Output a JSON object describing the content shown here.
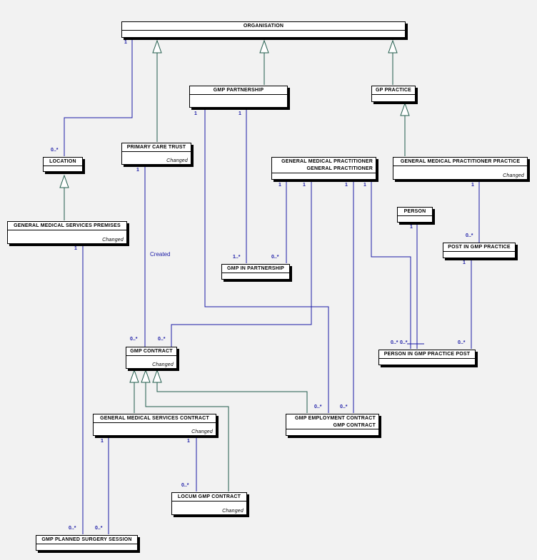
{
  "classes": {
    "organisation": {
      "name": "ORGANISATION"
    },
    "gmp_partnership": {
      "name": "GMP PARTNERSHIP"
    },
    "gp_practice": {
      "name": "GP PRACTICE"
    },
    "location": {
      "name": "LOCATION"
    },
    "primary_care_trust": {
      "name": "PRIMARY CARE TRUST",
      "stereotype": "Changed"
    },
    "gmp": {
      "name1": "GENERAL MEDICAL PRACTITIONER",
      "name2": "GENERAL PRACTITIONER"
    },
    "gmp_practice": {
      "name": "GENERAL MEDICAL PRACTITIONER PRACTICE",
      "stereotype": "Changed"
    },
    "person": {
      "name": "PERSON"
    },
    "gms_premises": {
      "name": "GENERAL MEDICAL SERVICES PREMISES",
      "stereotype": "Changed"
    },
    "post_in_gmp_practice": {
      "name": "POST IN GMP PRACTICE"
    },
    "gmp_in_partnership": {
      "name": "GMP IN PARTNERSHIP"
    },
    "gmp_contract": {
      "name": "GMP CONTRACT",
      "stereotype": "Changed"
    },
    "person_in_gmp_practice_post": {
      "name": "PERSON IN GMP PRACTICE POST"
    },
    "gms_contract": {
      "name": "GENERAL MEDICAL SERVICES CONTRACT",
      "stereotype": "Changed"
    },
    "gmp_employment_contract": {
      "name1": "GMP EMPLOYMENT CONTRACT",
      "name2": "GMP CONTRACT"
    },
    "locum_gmp_contract": {
      "name": "LOCUM GMP CONTRACT",
      "stereotype": "Changed"
    },
    "gmp_planned_surgery_session": {
      "name": "GMP PLANNED SURGERY SESSION"
    }
  },
  "multiplicities": {
    "org_loc_1": "1",
    "org_loc_many": "0..*",
    "gp_left_1": "1",
    "gp_right_1": "1",
    "pct_1": "1",
    "gmp_a_1": "1",
    "gmp_b_1": "1",
    "gmp_c_1": "1",
    "gmp_d_1": "1",
    "gip_a": "1..*",
    "gip_b": "0..*",
    "practice_1": "1",
    "post_many": "0..*",
    "person_1": "1",
    "post_1": "1",
    "pipp_a": "0..*",
    "pipp_b": "0..*",
    "pipp_c": "0..*",
    "premises_1": "1",
    "contract_a": "0..*",
    "contract_b": "0..*",
    "emp_a": "0..*",
    "emp_b": "0..*",
    "gms_left_1": "1",
    "gms_right_1": "1",
    "locum_many": "0..*",
    "session_a": "0..*",
    "session_b": "0..*"
  },
  "labels": {
    "created": "Created"
  },
  "colors": {
    "background": "#f2f2f2",
    "generalization": "#1f5a4a",
    "association": "#1a1aa6"
  }
}
